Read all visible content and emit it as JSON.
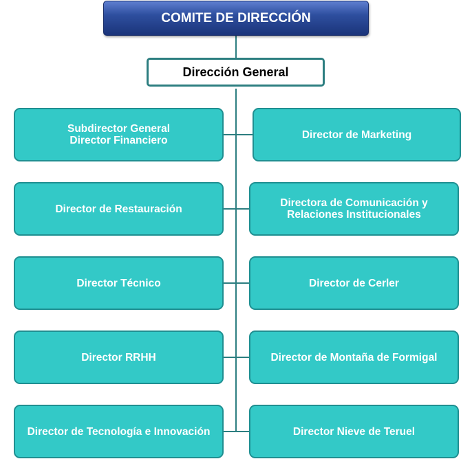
{
  "chart": {
    "committee": "COMITE DE DIRECCIÓN",
    "head": "Dirección General",
    "left_column": [
      "Subdirector General\nDirector Financiero",
      "Director de Restauración",
      "Director Técnico",
      "Director RRHH",
      "Director de Tecnología e Innovación"
    ],
    "right_column": [
      "Director de Marketing",
      "Directora de Comunicación y\nRelaciones Institucionales",
      "Director de Cerler",
      "Director de Montaña de Formigal",
      "Director Nieve de Teruel"
    ]
  },
  "colors": {
    "committee_fill": "#2e4f9f",
    "box_fill": "#33c9c7",
    "box_border": "#1f8f91",
    "connector": "#2c7e80"
  }
}
